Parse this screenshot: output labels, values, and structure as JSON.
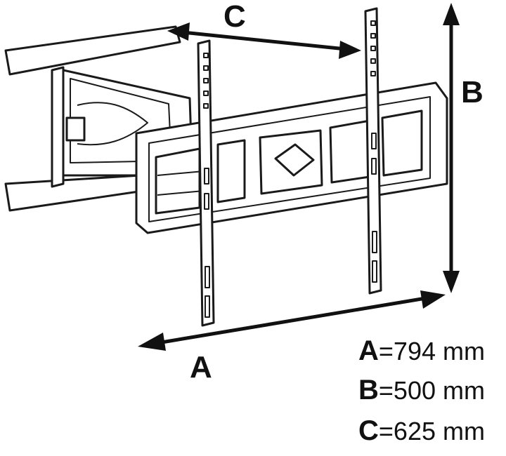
{
  "labels": {
    "a": "A",
    "b": "B",
    "c": "C"
  },
  "legend": [
    {
      "key": "A",
      "equals": "=",
      "value": "794 mm"
    },
    {
      "key": "B",
      "equals": "=",
      "value": "500 mm"
    },
    {
      "key": "C",
      "equals": "=",
      "value": "625 mm"
    }
  ]
}
